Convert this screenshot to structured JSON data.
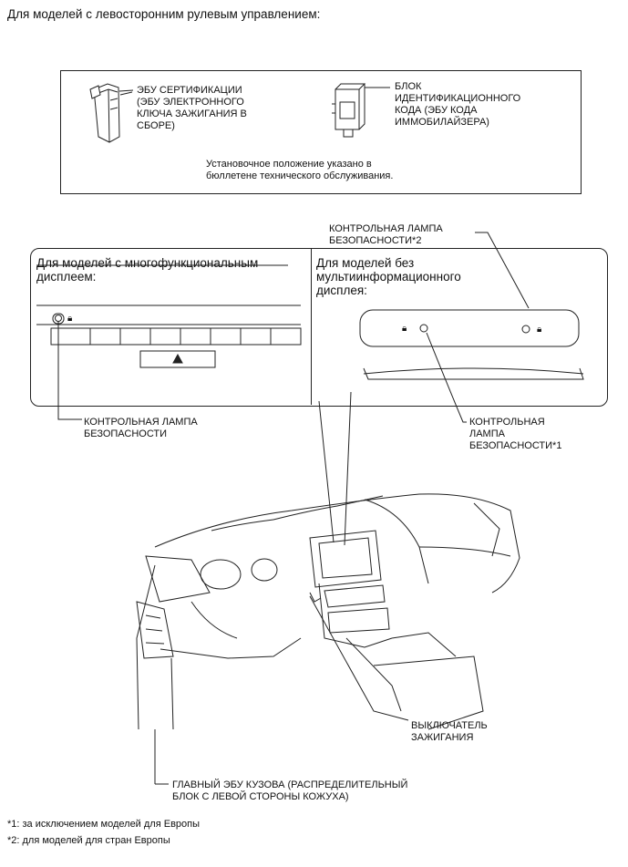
{
  "page_title": "Для моделей с левосторонним рулевым управлением:",
  "top_box": {
    "ecu_cert_label": "ЭБУ СЕРТИФИКАЦИИ\n(ЭБУ ЭЛЕКТРОННОГО\nКЛЮЧА ЗАЖИГАНИЯ В\nСБОРЕ)",
    "id_block_label": "БЛОК\nИДЕНТИФИКАЦИОННОГО\nКОДА (ЭБУ КОДА\nИММОБИЛАЙЗЕРА)",
    "install_note": "Установочное положение указано в\nбюллетене технического обслуживания."
  },
  "security_lamp_2_label": "КОНТРОЛЬНАЯ ЛАМПА\nБЕЗОПАСНОСТИ*2",
  "panel_left_title": "Для моделей с многофункциональным\nдисплеем:",
  "panel_right_title": "Для моделей без\nмультиинформационного\nдисплея:",
  "security_lamp_label": "КОНТРОЛЬНАЯ ЛАМПА\nБЕЗОПАСНОСТИ",
  "security_lamp_1_label": "КОНТРОЛЬНАЯ\nЛАМПА\nБЕЗОПАСНОСТИ*1",
  "ignition_switch_label": "ВЫКЛЮЧАТЕЛЬ\nЗАЖИГАНИЯ",
  "main_body_ecu_label": "ГЛАВНЫЙ ЭБУ КУЗОВА (РАСПРЕДЕЛИТЕЛЬНЫЙ\nБЛОК С ЛЕВОЙ СТОРОНЫ КОЖУХА)",
  "footnotes": [
    "*1: за исключением моделей для Европы",
    "*2: для моделей для стран Европы"
  ]
}
